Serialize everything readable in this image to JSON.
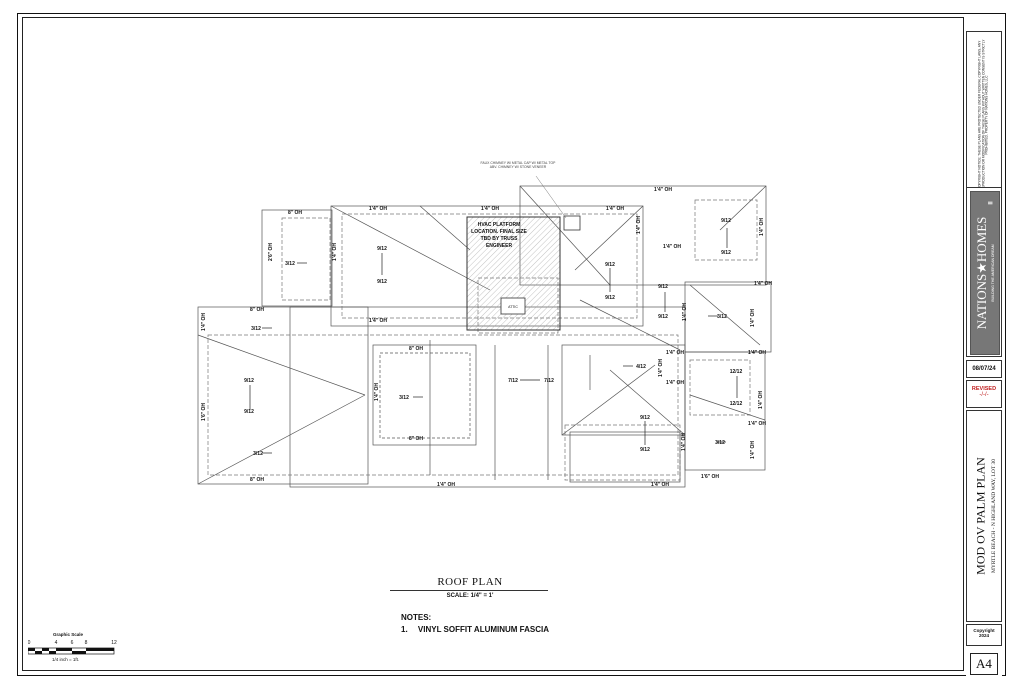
{
  "title_block": {
    "copyright_notice": "COPYRIGHT NOTICE: THESE PLANS ARE PROTECTED UNDER FEDERAL COPYRIGHT LAWS. ANY REPRODUCTION OR MODIFICATION OF THESE PLANS WITHOUT WRITTEN CONSENT IS STRICTLY PROHIBITED. PROPERTY OF NATIONS HOMES, LLC",
    "company_name": "NATIONS★HOMES",
    "company_suffix": "II",
    "company_tagline": "BUILDING THE AMERICAN DREAM",
    "date": "08/07/24",
    "revised_label": "REVISED",
    "revised_value": "-/-/-",
    "plan_name": "MOD OV PALM PLAN",
    "plan_address": "MYRTLE BEACH - N HIGHLAND WAY, LOT 30",
    "copyright_label": "Copyright",
    "copyright_year": "2024",
    "sheet_number": "A4"
  },
  "drawing": {
    "title": "ROOF PLAN",
    "scale": "SCALE: 1/4\" = 1'",
    "notes_heading": "NOTES:",
    "notes": [
      {
        "number": "1.",
        "text": "VINYL SOFFIT ALUMINUM FASCIA"
      }
    ],
    "graphic_scale": {
      "label": "Graphic Scale",
      "ticks": [
        "0",
        "4",
        "6",
        "8",
        "12"
      ],
      "footer": "1/4 inch = 1ft."
    }
  },
  "plan_labels": {
    "callout": "FAUX CHIMNEY W/ METAL CAP W/ METAL TOP ABV. CHIMNEY W/ STONE VENEER",
    "hvac_line1": "HVAC PLATFORM",
    "hvac_line2": "LOCATION. FINAL SIZE",
    "hvac_line3": "TBD BY TRUSS",
    "hvac_line4": "ENGINEER",
    "attic": "ATTIC",
    "oh_1_4": "1'4\" OH",
    "oh_1_6": "1'6\" OH",
    "oh_2_6": "2'6\" OH",
    "oh_8": "8\" OH",
    "pitch_9_12": "9/12",
    "pitch_3_12": "3/12",
    "pitch_4_12": "4/12",
    "pitch_7_12": "7/12",
    "pitch_12_12": "12/12"
  }
}
